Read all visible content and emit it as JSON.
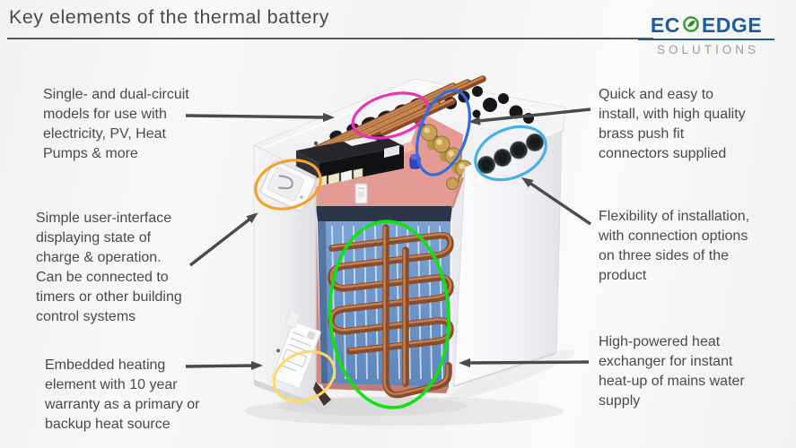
{
  "header": {
    "title": "Key elements of the thermal battery",
    "logo": {
      "brand_part1": "EC",
      "brand_part2": "EDGE",
      "tagline": "SOLUTIONS"
    }
  },
  "callouts": {
    "left": [
      {
        "id": "circuit-models",
        "text": "Single- and dual-circuit\nmodels for use with\nelectricity, PV, Heat\nPumps & more"
      },
      {
        "id": "user-interface",
        "text": "Simple user-interface\ndisplaying state of\ncharge & operation.\nCan be connected to\ntimers or other building\ncontrol systems"
      },
      {
        "id": "heating-element",
        "text": "Embedded heating\nelement with 10 year\nwarranty as a primary or\nbackup heat source"
      }
    ],
    "right": [
      {
        "id": "push-fit-connectors",
        "text": "Quick and easy to\ninstall, with high quality\nbrass push fit\nconnectors supplied"
      },
      {
        "id": "installation-flexibility",
        "text": "Flexibility of installation,\nwith connection options\non three sides of the\nproduct"
      },
      {
        "id": "heat-exchanger",
        "text": "High-powered heat\nexchanger for instant\nheat-up of mains water\nsupply"
      }
    ]
  },
  "colors": {
    "title_text": "#4b4b4b",
    "body_text": "#4a4a4a",
    "arrow": "#4a4a4a",
    "title_rule": "#56575a",
    "logo_blue": "#1f5c9e",
    "logo_tagline_green": "#93a389",
    "logo_leaf_green": "#3f9b3f",
    "highlight_magenta": "#ee2fb8",
    "highlight_blue": "#2f6ede",
    "highlight_light_blue": "#47b0ea",
    "highlight_orange": "#f5a02d",
    "highlight_green": "#12e212",
    "highlight_yellow": "#ffd966",
    "copper": "#8a4d2c",
    "brass": "#c9a257",
    "tank_blue": "#6f93c4",
    "insulation_pink": "#e49b93"
  }
}
